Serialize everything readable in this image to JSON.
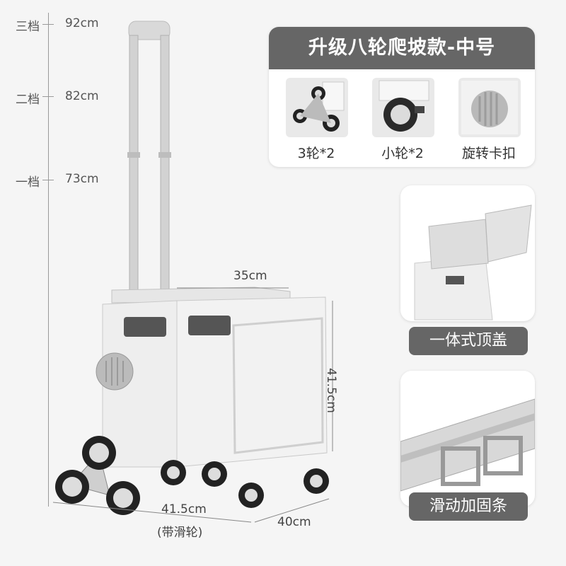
{
  "height_scale": {
    "levels": [
      {
        "name": "三档",
        "value": "92cm"
      },
      {
        "name": "二档",
        "value": "82cm"
      },
      {
        "name": "一档",
        "value": "73cm"
      }
    ]
  },
  "product": {
    "title": "升级八轮爬坡款-中号",
    "features": [
      {
        "label": "3轮*2",
        "icon": "tri-wheel-icon"
      },
      {
        "label": "小轮*2",
        "icon": "caster-wheel-icon"
      },
      {
        "label": "旋转卡扣",
        "icon": "rotary-buckle-icon"
      }
    ]
  },
  "details": [
    {
      "caption": "一体式顶盖"
    },
    {
      "caption": "滑动加固条"
    }
  ],
  "dimensions": {
    "top_width": "35cm",
    "height": "41.5cm",
    "length": "41.5cm",
    "length_note": "(带滑轮)",
    "depth": "40cm"
  },
  "colors": {
    "panel_header": "#666666",
    "cart_body": "#f0f0f0",
    "wheel": "#222222"
  }
}
